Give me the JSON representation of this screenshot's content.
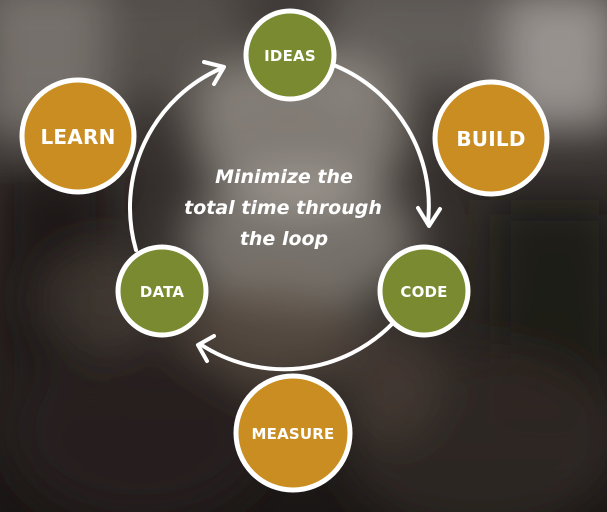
{
  "diagram": {
    "center_text": [
      "Minimize the",
      "total time through",
      "the loop"
    ],
    "nodes": {
      "ideas": {
        "label": "IDEAS"
      },
      "build": {
        "label": "BUILD"
      },
      "code": {
        "label": "CODE"
      },
      "measure": {
        "label": "MEASURE"
      },
      "data": {
        "label": "DATA"
      },
      "learn": {
        "label": "LEARN"
      }
    },
    "colors": {
      "action_node": "#7a8a30",
      "phase_node": "#c98d22",
      "outline": "#ffffff",
      "text": "#ffffff"
    }
  }
}
